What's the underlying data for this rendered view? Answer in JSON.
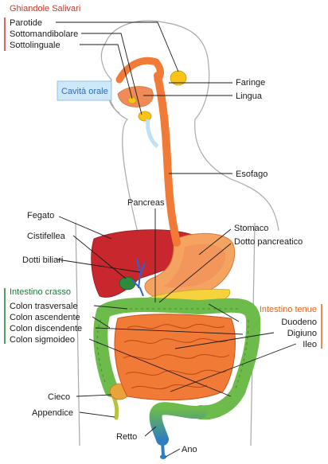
{
  "groups": {
    "salivary": {
      "title": "Ghiandole Salivari",
      "items": [
        "Parotide",
        "Sottomandibolare",
        "Sottolinguale"
      ],
      "color": "#c0392b"
    },
    "oral": {
      "title": "Cavità orale",
      "color": "#2a6db5"
    },
    "large_intestine": {
      "title": "Intestino crasso",
      "items": [
        "Colon trasversale",
        "Colon ascendente",
        "Colon discendente",
        "Colon sigmoideo"
      ],
      "color": "#1e7a36"
    },
    "small_intestine": {
      "title": "Intestino tenue",
      "items": [
        "Duodeno",
        "Digiuno",
        "Ileo"
      ],
      "color": "#e0661c"
    }
  },
  "labels": {
    "faringe": "Faringe",
    "lingua": "Lingua",
    "esofago": "Esofago",
    "pancreas": "Pancreas",
    "fegato": "Fegato",
    "cistifellea": "Cistifellea",
    "dotti_biliari": "Dotti biliari",
    "stomaco": "Stomaco",
    "dotto_pancreatico": "Dotto pancreatico",
    "cieco": "Cieco",
    "appendice": "Appendice",
    "retto": "Retto",
    "ano": "Ano"
  },
  "colors": {
    "esophagus": "#f07a36",
    "liver": "#c8272d",
    "stomach": "#f4a460",
    "gallbladder": "#2e8b3e",
    "pancreas": "#f6d23c",
    "colon": "#6dbb4a",
    "small_intestine": "#f07a36",
    "rectum": "#2f7fbf",
    "glands": "#f7c417",
    "body_outline": "#a9a9a9"
  }
}
